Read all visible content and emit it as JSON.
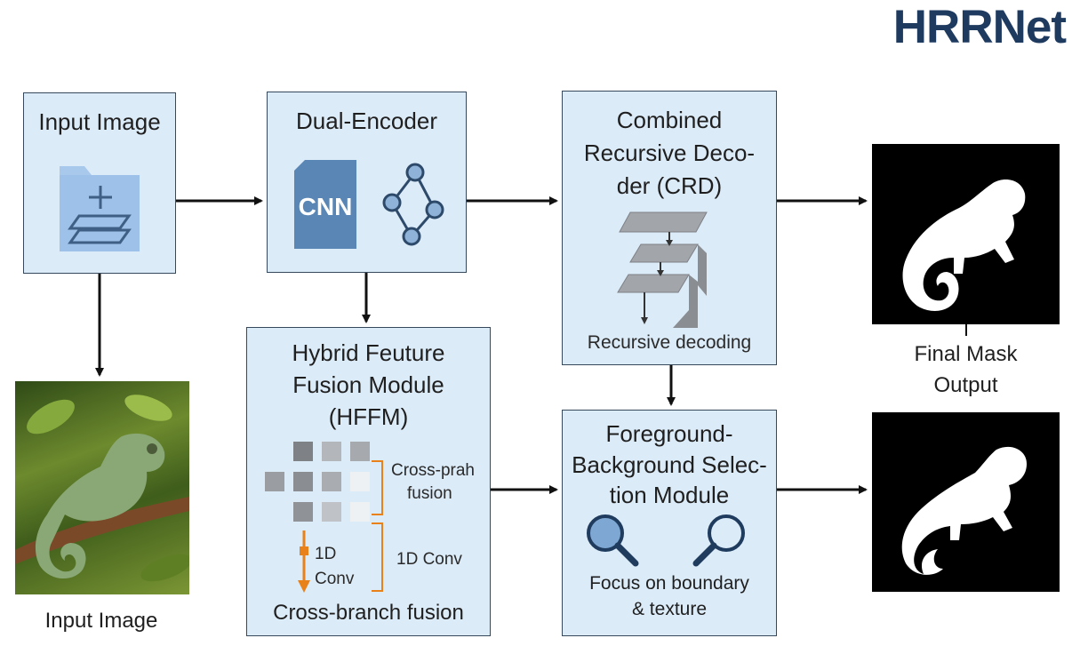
{
  "brand": "HRRNet",
  "input_box": {
    "title": "Input Image"
  },
  "encoder_box": {
    "title": "Dual-Encoder",
    "cnn_label": "CNN"
  },
  "decoder_box": {
    "title": [
      "Combined",
      "Recursive Deco-",
      "der (CRD)"
    ],
    "caption": "Recursive decoding"
  },
  "hffm_box": {
    "title": [
      "Hybrid Feuture",
      "Fusion Module",
      "(HFFM)"
    ],
    "cross_graph_label": [
      "Cross-prah",
      "fusion"
    ],
    "conv_label_left": [
      "1D",
      "Conv"
    ],
    "conv_label_right": "1D Conv",
    "caption": "Cross-branch fusion"
  },
  "fbs_box": {
    "title": [
      "Foreground-",
      "Background Selec-",
      "tion Module"
    ],
    "caption": [
      "Focus on boundary",
      "& texture"
    ]
  },
  "final_output": {
    "label": [
      "Final Mask",
      "Output"
    ]
  },
  "input_photo": {
    "label": "Input Image"
  },
  "colors": {
    "box_fill": "#dcebf8",
    "box_border": "#35485c",
    "accent": "#e8811a",
    "brand": "#1e3a5f"
  }
}
